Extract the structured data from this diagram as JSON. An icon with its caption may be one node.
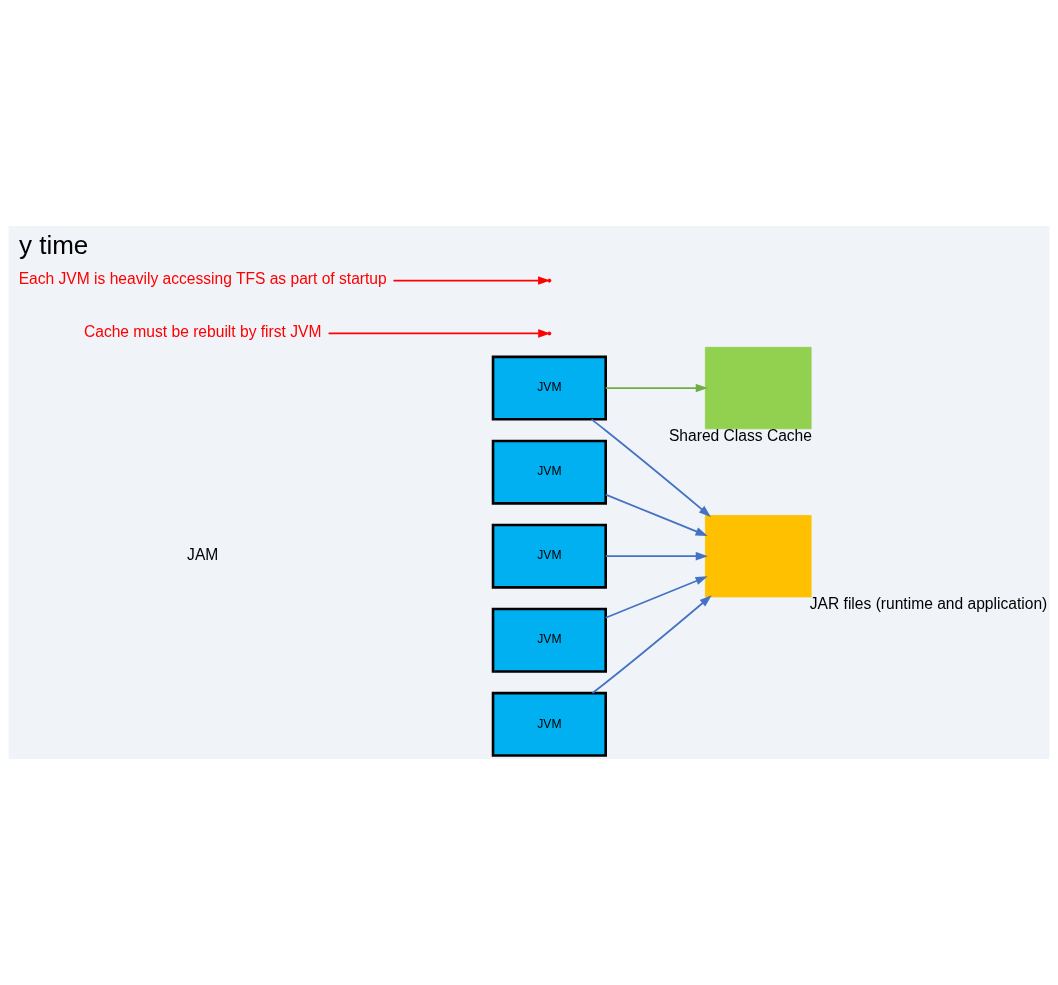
{
  "diagram": {
    "title": "y time",
    "nodes": [
      {
        "text": [
          "JVM"
        ]
      },
      {
        "text": [
          "JVM"
        ]
      },
      {
        "text": [
          "JVM"
        ]
      },
      {
        "text": [
          "JVM"
        ]
      },
      {
        "text": [
          "JVM"
        ]
      },
      {
        "text": [],
        "shape": "box",
        "beside": [
          "Shared Class Cache"
        ]
      },
      {
        "text": [],
        "shape": "box",
        "beside": [
          "JAR files (runtime and application)"
        ]
      },
      {
        "text": [
          "Cache must be rebuilt by first JVM"
        ]
      },
      {
        "text": [
          "Each JVM is heavily accessing TFS as part of startup"
        ]
      }
    ],
    "edges": [
      {
        "from": 0,
        "to": 5,
        "arrow": "to",
        "color": "#70ad47"
      },
      {
        "from": 0,
        "to": 6,
        "arrow": "to"
      },
      {
        "from": 1,
        "to": 6,
        "arrow": "to"
      },
      {
        "from": 2,
        "to": 6,
        "arrow": "to"
      },
      {
        "from": 3,
        "to": 6,
        "arrow": "to"
      },
      {
        "from": 4,
        "to": 6,
        "arrow": "to"
      },
      {
        "from": 7,
        "to": null,
        "arrow": "to",
        "color": "#ff0000"
      },
      {
        "from": 8,
        "to": null,
        "arrow": "to",
        "color": "#ff0000"
      }
    ],
    "labels": [
      "JAM"
    ]
  }
}
